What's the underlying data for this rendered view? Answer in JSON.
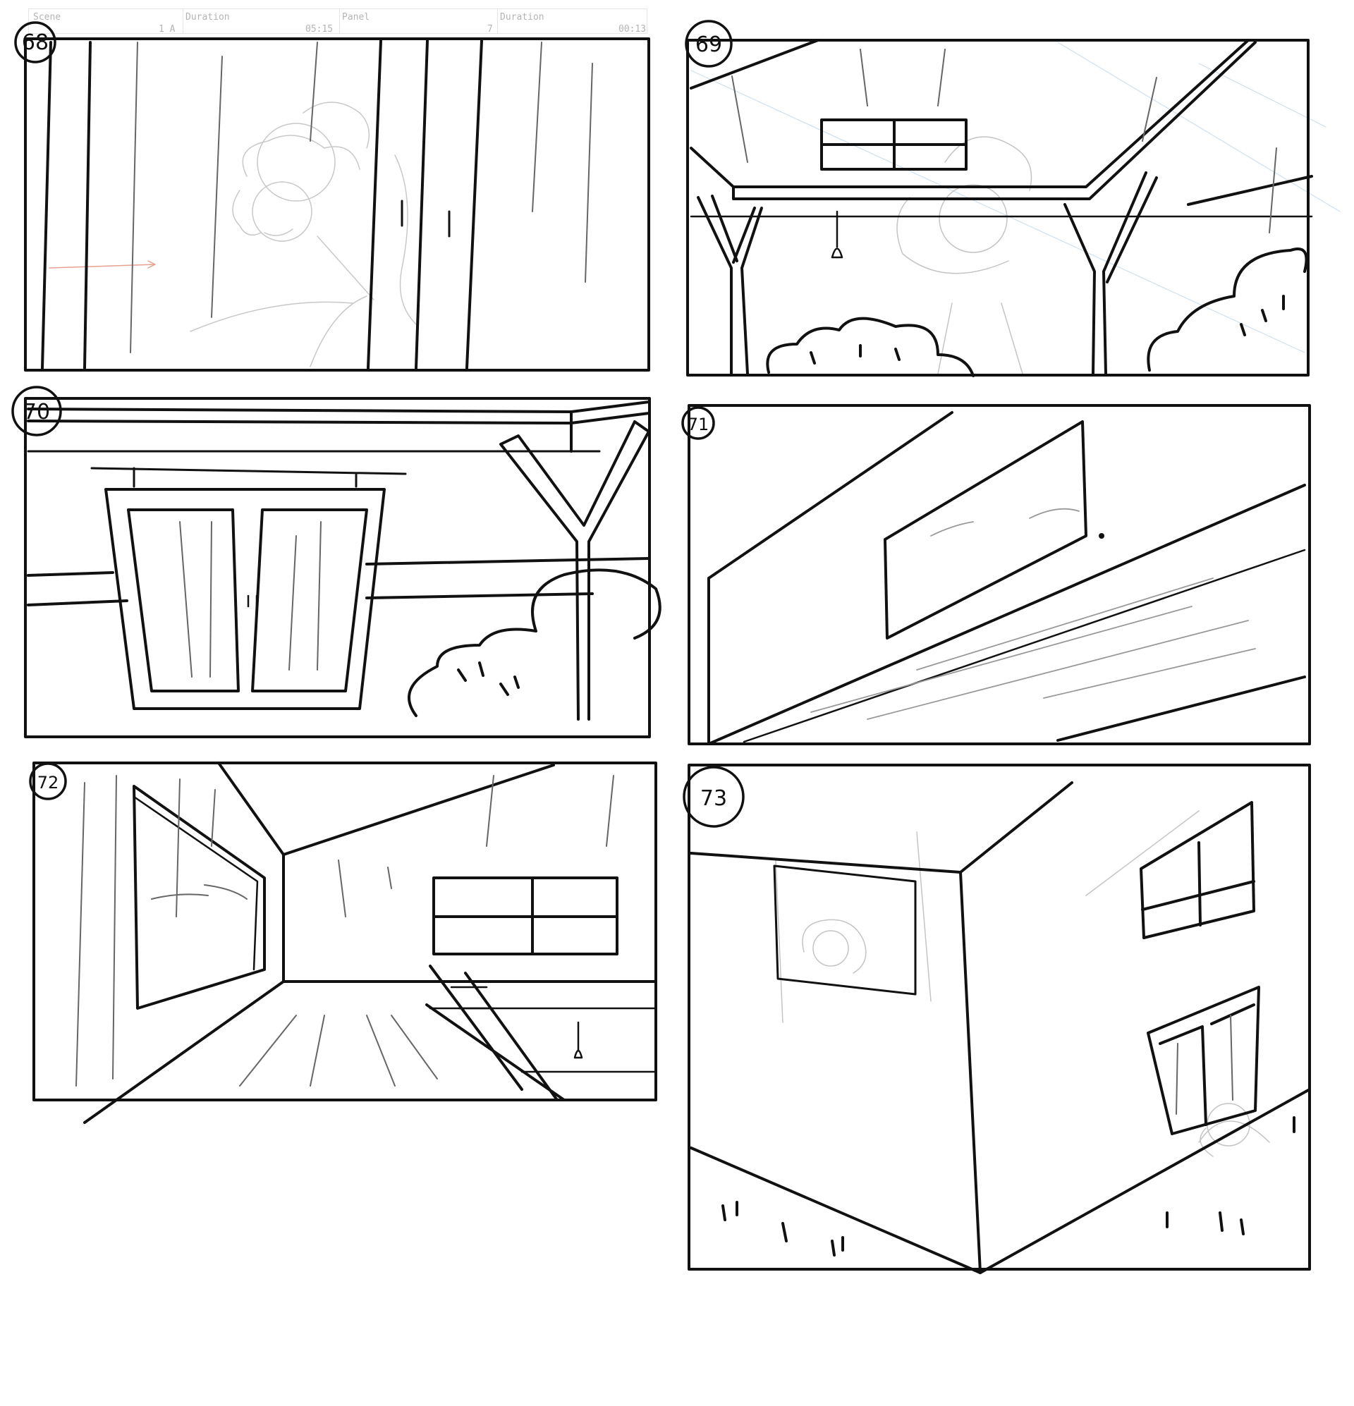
{
  "timeline_bar": {
    "scene_header": "Scene",
    "scene_value": "1 A",
    "duration_header_1": "Duration",
    "duration_value_1": "05:15",
    "panel_header": "Panel",
    "panel_value": "7",
    "duration_header_2": "Duration",
    "duration_value_2": "00:13"
  },
  "panels": [
    {
      "number": "68"
    },
    {
      "number": "69"
    },
    {
      "number": "70"
    },
    {
      "number": "71"
    },
    {
      "number": "72"
    },
    {
      "number": "73"
    }
  ],
  "colors": {
    "ink": "#111111",
    "sketch": "#b8b8b8",
    "arrow": "#e8a090",
    "blue_sketch": "#cfe0ee"
  }
}
